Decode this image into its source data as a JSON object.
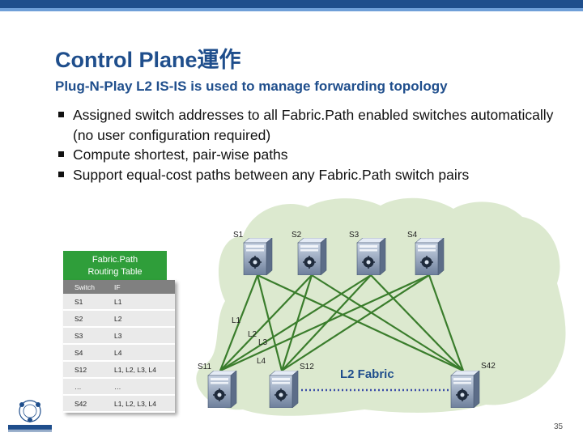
{
  "slide": {
    "title": "Control Plane運作",
    "subtitle": "Plug-N-Play L2 IS-IS is used to manage forwarding topology",
    "bullets": [
      "Assigned switch addresses to all Fabric.Path enabled switches automatically (no user configuration required)",
      "Compute shortest, pair-wise paths",
      "Support equal-cost paths between any Fabric.Path switch pairs"
    ],
    "page_number": "35"
  },
  "diagram": {
    "spine_labels": [
      "S1",
      "S2",
      "S3",
      "S4"
    ],
    "leaf_labels": [
      "S11",
      "S12",
      "S42"
    ],
    "link_labels": [
      "L1",
      "L2",
      "L3",
      "L4"
    ],
    "fabric_label": "L2 Fabric",
    "colors": {
      "link": "#3a7d2c",
      "cloud": "#dce9cf",
      "dotted": "#3b4da8",
      "header_box": "#2f9e3a"
    }
  },
  "routing_table": {
    "title_line1": "Fabric.Path",
    "title_line2": "Routing Table",
    "headers": [
      "Switch",
      "IF"
    ],
    "rows": [
      [
        "S1",
        "L1"
      ],
      [
        "S2",
        "L2"
      ],
      [
        "S3",
        "L3"
      ],
      [
        "S4",
        "L4"
      ],
      [
        "S12",
        "L1, L2, L3, L4"
      ],
      [
        "…",
        "…"
      ],
      [
        "S42",
        "L1, L2, L3, L4"
      ]
    ]
  },
  "logo": {
    "icon": "company-logo-icon"
  }
}
